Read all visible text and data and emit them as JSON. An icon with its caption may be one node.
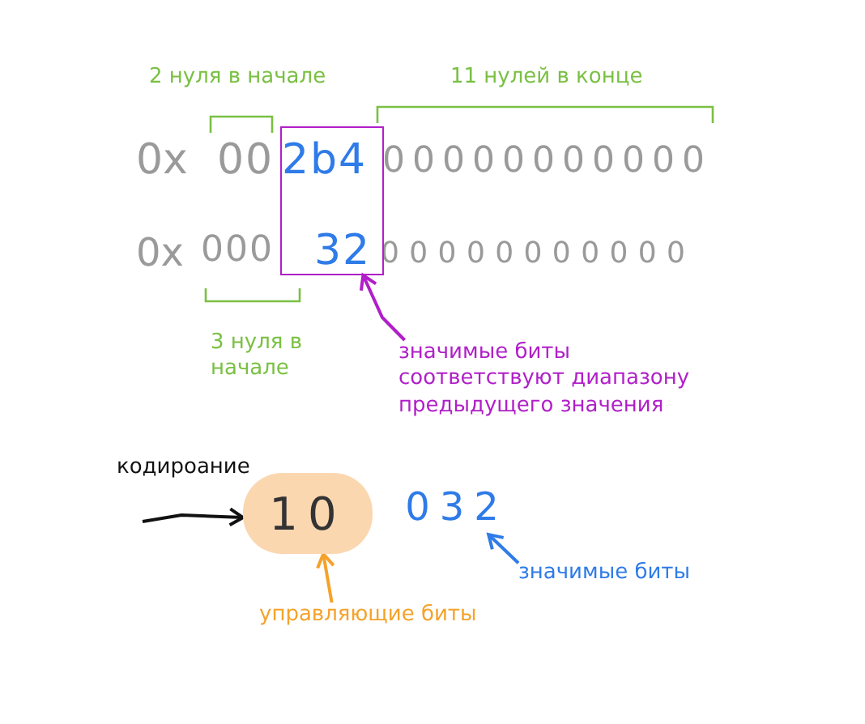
{
  "diagram": {
    "nodes": [
      {
        "text": [
          "значимые биты соответствуют диапазону предыдущего значения"
        ]
      },
      {
        "text": [],
        "shape": "box"
      },
      {
        "text": [
          "10"
        ]
      },
      {
        "text": [
          "032"
        ]
      },
      {
        "text": [
          "управляющие биты"
        ]
      },
      {
        "text": [
          "значимые биты"
        ]
      }
    ],
    "edges": [
      {
        "from": 0,
        "to": 1,
        "arrow": "to",
        "color": "#b01fc8"
      },
      {
        "from": 4,
        "to": 2,
        "arrow": "to",
        "color": "#f5a22b"
      },
      {
        "from": 5,
        "to": 3,
        "arrow": "to",
        "color": "#2f7be8"
      },
      {
        "from": null,
        "to": 2,
        "arrow": "to",
        "color": "#111111"
      }
    ],
    "labels": [
      "2 нуля в начале",
      "11 нулей в конце",
      "0x",
      "00",
      "2b4",
      "00000000000",
      "0x",
      "000",
      "32",
      "00000000000",
      "3 нуля в начале",
      "кодироание"
    ]
  }
}
